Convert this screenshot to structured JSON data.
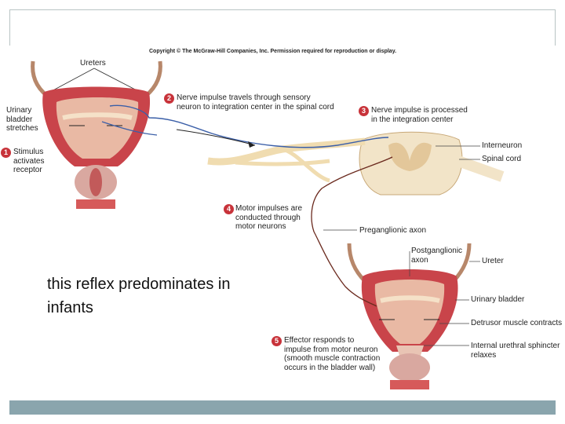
{
  "copyright": "Copyright © The McGraw-Hill Companies, Inc. Permission required for reproduction or display.",
  "labels": {
    "ureters": "Ureters",
    "urinary_bladder_stretches": [
      "Urinary",
      "bladder",
      "stretches"
    ],
    "stimulus": [
      "Stimulus",
      "activates",
      "receptor"
    ],
    "step2": [
      "Nerve impulse travels through sensory",
      "neuron to integration center in the spinal cord"
    ],
    "step3": [
      "Nerve impulse is processed",
      "in the integration center"
    ],
    "interneuron": "Interneuron",
    "spinal_cord": "Spinal cord",
    "step4": [
      "Motor impulses are",
      "conducted through",
      "motor neurons"
    ],
    "preganglionic_axon": "Preganglionic axon",
    "postganglionic_axon": [
      "Postganglionic",
      "axon"
    ],
    "ureter": "Ureter",
    "urinary_bladder": "Urinary bladder",
    "detrusor": "Detrusor muscle contracts",
    "sphincter": [
      "Internal urethral sphincter",
      "relaxes"
    ],
    "step5": [
      "Effector responds to",
      "impulse from motor neuron",
      "(smooth muscle contraction",
      "occurs in the bladder wall)"
    ]
  },
  "steps": {
    "s1": "1",
    "s2": "2",
    "s3": "3",
    "s4": "4",
    "s5": "5"
  },
  "caption": [
    "this reflex predominates in",
    "infants"
  ],
  "colors": {
    "bladder_wall": "#c9444a",
    "bladder_inner": "#e9b9a4",
    "nerve": "#f0dcb0",
    "sensory_neuron": "#3b5fa8",
    "motor_neuron": "#6b2a1e",
    "step_badge": "#c8333a",
    "bottom_bar": "#8aa5ad"
  }
}
